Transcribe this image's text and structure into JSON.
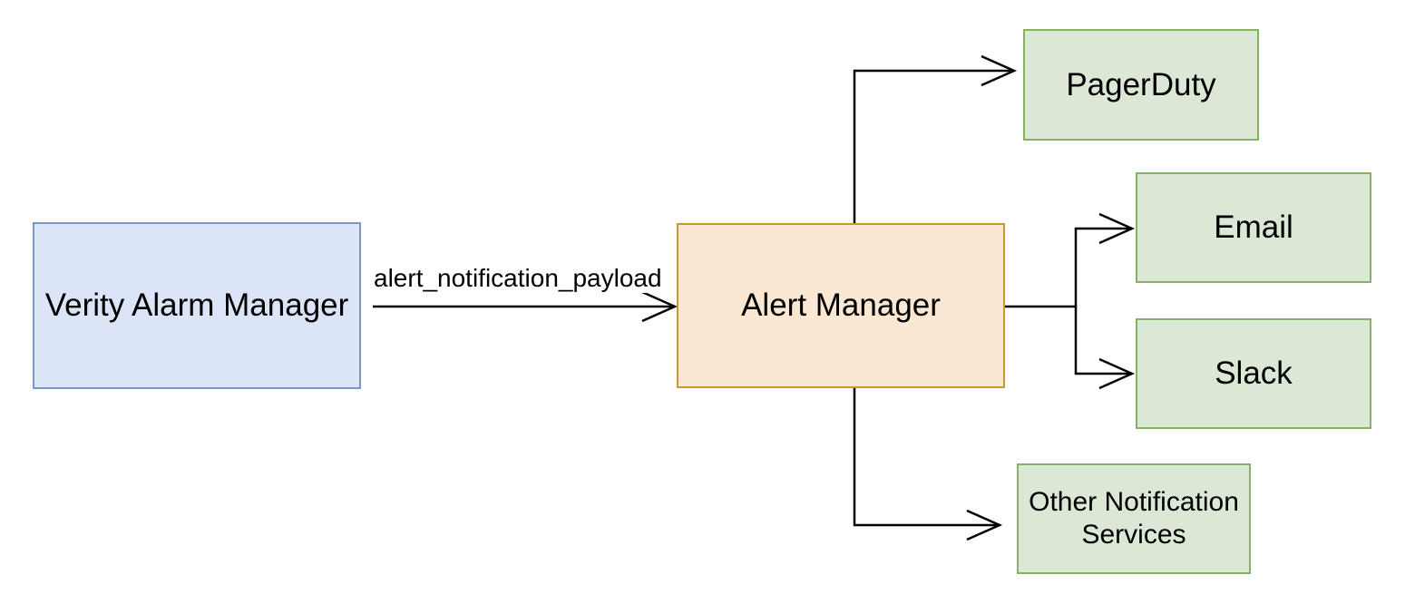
{
  "diagram": {
    "nodes": {
      "verity": {
        "label": "Verity Alarm Manager"
      },
      "alert": {
        "label": "Alert Manager"
      },
      "pagerduty": {
        "label": "PagerDuty"
      },
      "email": {
        "label": "Email"
      },
      "slack": {
        "label": "Slack"
      },
      "other": {
        "label": "Other Notification Services"
      }
    },
    "edges": {
      "verity_to_alert": {
        "from": "Verity Alarm Manager",
        "to": "Alert Manager",
        "label": "alert_notification_payload"
      },
      "alert_to_pagerduty": {
        "from": "Alert Manager",
        "to": "PagerDuty",
        "label": ""
      },
      "alert_to_email": {
        "from": "Alert Manager",
        "to": "Email",
        "label": ""
      },
      "alert_to_slack": {
        "from": "Alert Manager",
        "to": "Slack",
        "label": ""
      },
      "alert_to_other": {
        "from": "Alert Manager",
        "to": "Other Notification Services",
        "label": ""
      }
    },
    "colors": {
      "source_fill": "#dbe5f7",
      "source_stroke": "#7d96c6",
      "hub_fill": "#fae8d2",
      "hub_stroke": "#c89738",
      "target_fill": "#dae8d5",
      "target_stroke": "#86b266",
      "connector": "#000000"
    }
  }
}
